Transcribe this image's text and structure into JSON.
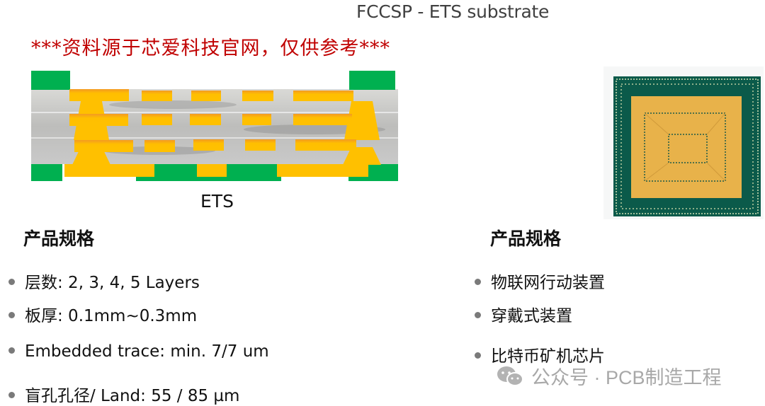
{
  "header": {
    "title": "FCCSP - ETS substrate",
    "source_notice": "***资料源于芯爱科技官网，仅供参考***"
  },
  "diagram": {
    "label": "ETS",
    "colors": {
      "solder_mask": "#00b050",
      "copper": "#ffc000",
      "copper_edge": "#f08020",
      "dielectric": "#c8c8c8"
    }
  },
  "chip_image": {
    "description": "FCCSP substrate top view",
    "colors": {
      "board": "#0b5a4a",
      "pad_area": "#e8b24a"
    }
  },
  "left_section": {
    "title": "产品规格",
    "bullets": [
      "层数: 2, 3, 4, 5 Layers",
      "板厚: 0.1mm~0.3mm",
      "Embedded trace: min. 7/7 um",
      "盲孔孔径/ Land: 55 / 85 µm"
    ]
  },
  "right_section": {
    "title": "产品规格",
    "bullets": [
      "物联网行动装置",
      "穿戴式装置",
      "比特币矿机芯片"
    ]
  },
  "footer_watermark": {
    "icon": "wechat-icon",
    "text": "公众号 · PCB制造工程"
  }
}
